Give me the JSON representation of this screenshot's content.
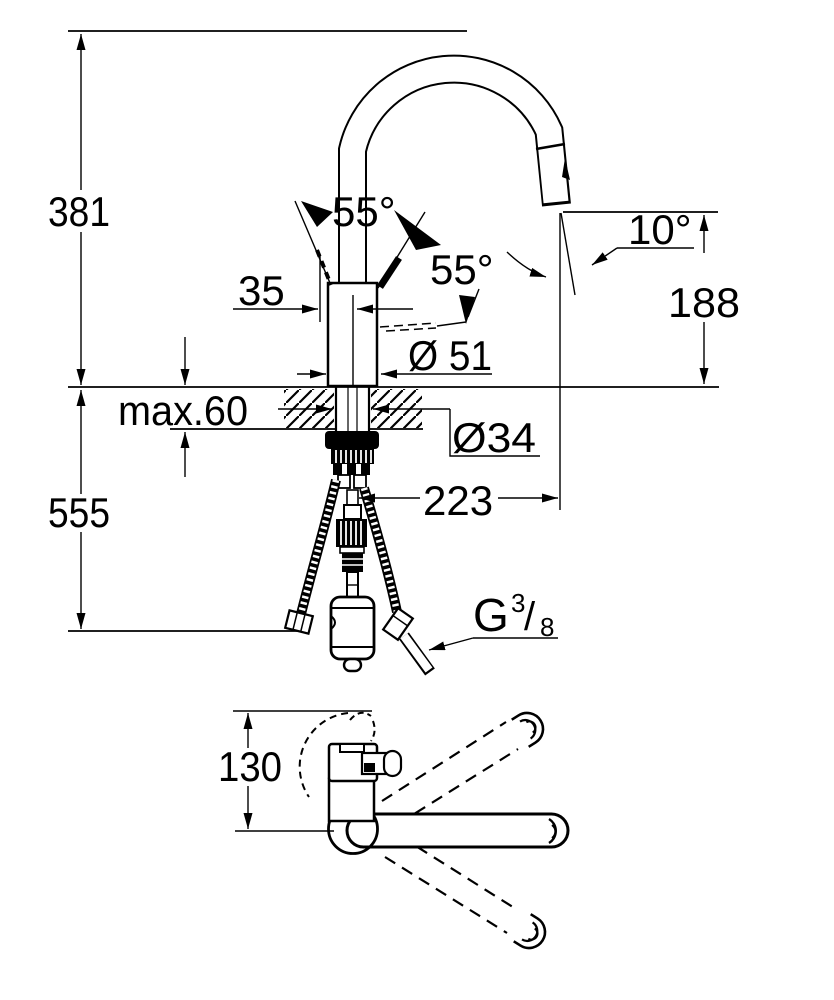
{
  "drawing": {
    "title_hint": "faucet-dimension-drawing",
    "colors": {
      "line": "#000000",
      "background": "#ffffff"
    },
    "dims": {
      "total_height": "381",
      "hose_length": "555",
      "countertop_max": "max.60",
      "lever_width": "35",
      "angle_left": "55°",
      "angle_right": "55°",
      "outlet_angle": "10°",
      "outlet_height": "188",
      "body_diameter": "Ø 51",
      "shank_diameter": "Ø34",
      "spout_reach": "223",
      "thread_g": "G",
      "thread_numerator": "3",
      "thread_slash": "/",
      "thread_denominator": "8",
      "base_depth": "130"
    }
  }
}
